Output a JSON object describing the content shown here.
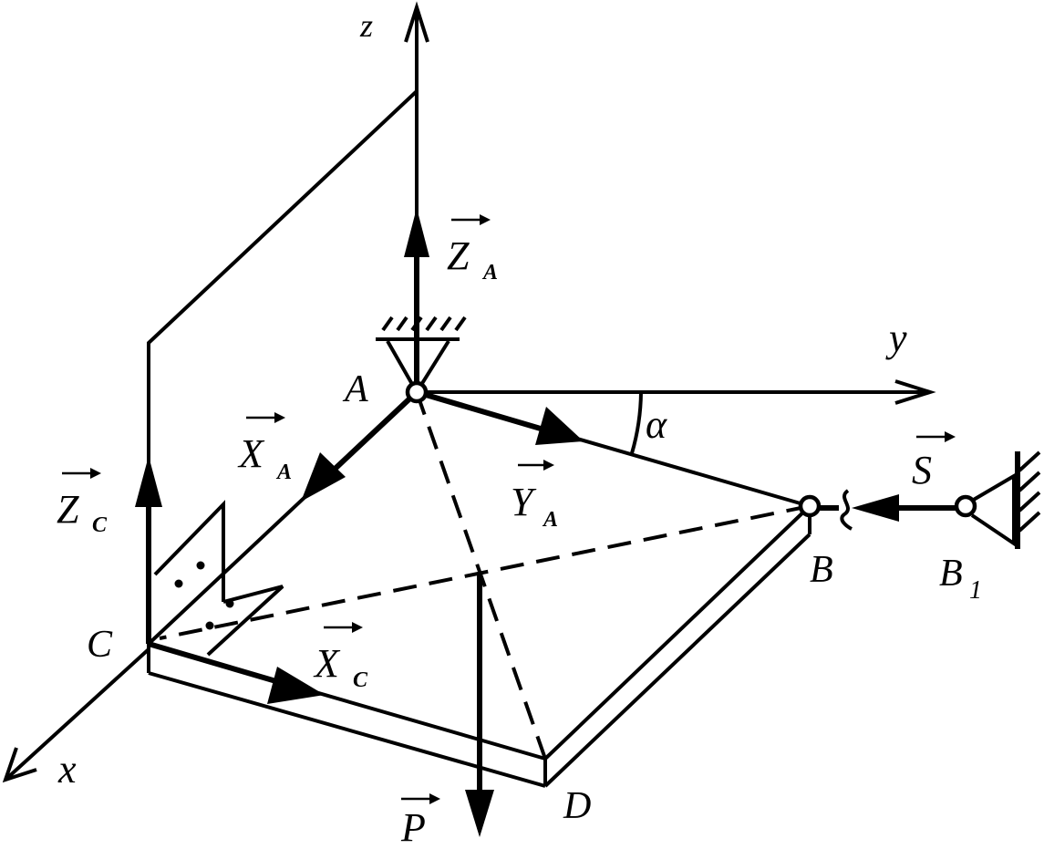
{
  "axes": {
    "z": "z",
    "y": "y",
    "x": "x"
  },
  "points": {
    "A": "A",
    "B": "B",
    "B1_main": "B",
    "B1_sub": "1",
    "C": "C",
    "D": "D"
  },
  "angle": "α",
  "forces": {
    "ZA": {
      "main": "Z",
      "sub": "A"
    },
    "XA": {
      "main": "X",
      "sub": "A"
    },
    "YA": {
      "main": "Y",
      "sub": "A"
    },
    "ZC": {
      "main": "Z",
      "sub": "C"
    },
    "XC": {
      "main": "X",
      "sub": "C"
    },
    "S": {
      "main": "S"
    },
    "P": {
      "main": "P"
    }
  },
  "colors": {
    "ink": "#000000",
    "background": "#ffffff"
  }
}
